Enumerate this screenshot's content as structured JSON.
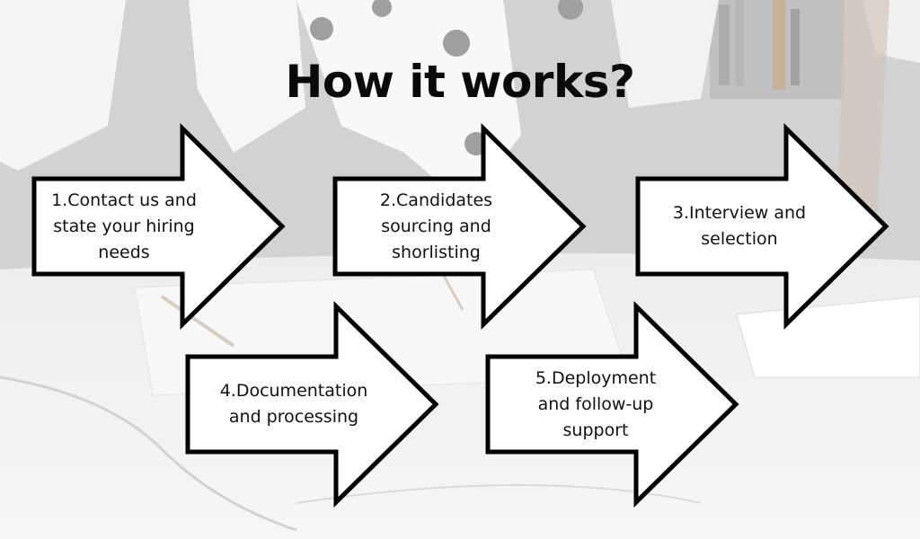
{
  "title": "How it works?",
  "steps": [
    {
      "label": "1.Contact us and\nstate your hiring\nneeds"
    },
    {
      "label": "2.Candidates\nsourcing and\nshorlisting"
    },
    {
      "label": "3.Interview and\nselection"
    },
    {
      "label": "4.Documentation\nand processing"
    },
    {
      "label": "5.Deployment\nand follow-up\nsupport"
    }
  ],
  "colors": {
    "arrow_fill": "#ffffff",
    "arrow_stroke": "#000000",
    "text": "#111111"
  }
}
